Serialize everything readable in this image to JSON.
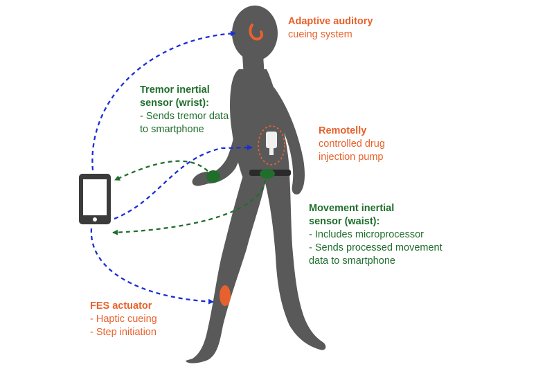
{
  "colors": {
    "orange": "#e8612c",
    "green": "#1f6e2c",
    "blue_arrow": "#1a2ed6",
    "green_arrow": "#1f6e2c",
    "body": "#595959"
  },
  "labels": {
    "auditory": {
      "title": "Adaptive auditory",
      "lines": [
        "cueing system"
      ]
    },
    "tremor": {
      "title": "Tremor inertial",
      "title2": "sensor (wrist):",
      "lines": [
        "- Sends tremor data",
        "to smartphone"
      ]
    },
    "pump": {
      "title": "Remotelly",
      "lines": [
        "controlled drug",
        "injection pump"
      ]
    },
    "movement": {
      "title": "Movement inertial",
      "title2": "sensor (waist):",
      "lines": [
        "- Includes microprocessor",
        "- Sends processed movement",
        "data to smartphone"
      ]
    },
    "fes": {
      "title": "FES actuator",
      "lines": [
        "- Haptic cueing",
        "- Step initiation"
      ]
    }
  },
  "icons": {
    "smartphone": "smartphone-icon",
    "ear": "ear-cueing-icon",
    "pump": "injection-pump-icon"
  }
}
